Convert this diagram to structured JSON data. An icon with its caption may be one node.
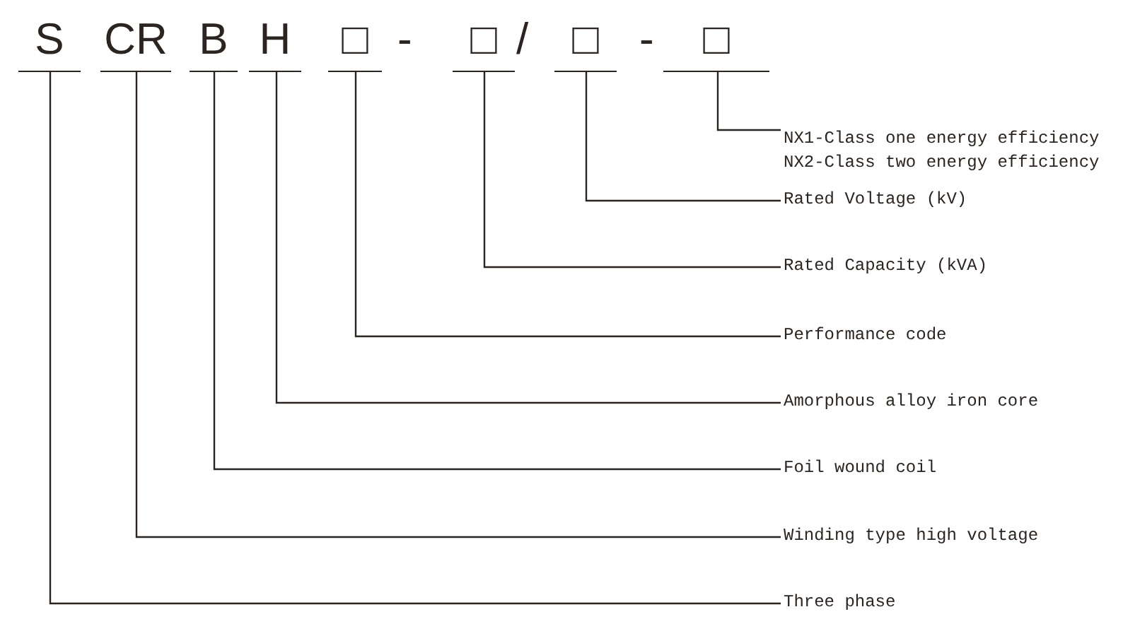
{
  "diagram": {
    "nodes": [
      {
        "text": [
          "S"
        ]
      },
      {
        "text": [
          "CR"
        ]
      },
      {
        "text": [
          "B"
        ]
      },
      {
        "text": [
          "H"
        ]
      },
      {
        "text": [
          "□"
        ]
      },
      {
        "text": [
          "□"
        ]
      },
      {
        "text": [
          "□"
        ]
      },
      {
        "text": [
          "□"
        ]
      },
      {
        "text": [
          "NX1-Class one energy efficiency",
          "NX2-Class two energy efficiency"
        ]
      },
      {
        "text": [
          "Rated Voltage (kV)"
        ]
      },
      {
        "text": [
          "Rated Capacity (kVA)"
        ]
      },
      {
        "text": [
          "Performance code"
        ]
      },
      {
        "text": [
          "Amorphous alloy iron core"
        ]
      },
      {
        "text": [
          "Foil wound coil"
        ]
      },
      {
        "text": [
          "Winding type high voltage"
        ]
      },
      {
        "text": [
          "Three phase"
        ]
      }
    ],
    "edges": [
      {
        "from": 7,
        "to": 8,
        "arrow": "none"
      },
      {
        "from": 6,
        "to": 9,
        "arrow": "none"
      },
      {
        "from": 5,
        "to": 10,
        "arrow": "none"
      },
      {
        "from": 4,
        "to": 11,
        "arrow": "none"
      },
      {
        "from": 3,
        "to": 12,
        "arrow": "none"
      },
      {
        "from": 2,
        "to": 13,
        "arrow": "none"
      },
      {
        "from": 1,
        "to": 14,
        "arrow": "none"
      },
      {
        "from": 0,
        "to": 15,
        "arrow": "none"
      }
    ],
    "labels": [
      "-",
      "/",
      "-"
    ]
  }
}
